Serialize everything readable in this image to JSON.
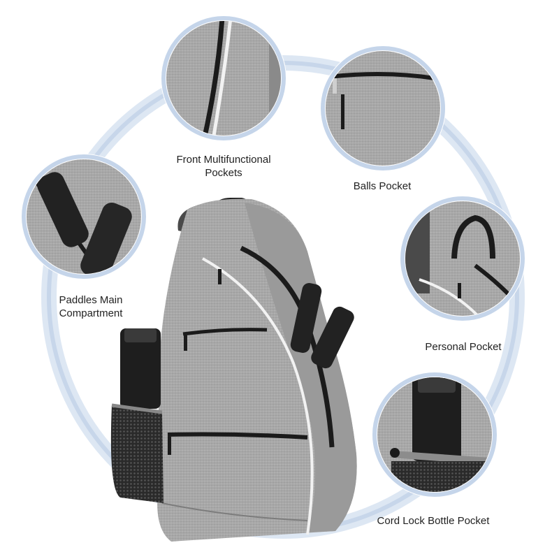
{
  "colors": {
    "ring": "#c9d8ec",
    "ring_inner": "#e4ecf6",
    "bag": "#a9a9a9",
    "bag_dark": "#8e8e8e",
    "trim": "#1b1b1b",
    "piping": "#f2f2f2",
    "text": "#222222"
  },
  "labels": {
    "front_pockets": [
      "Front Multifunctional",
      "Pockets"
    ],
    "balls_pocket": "Balls Pocket",
    "paddles": [
      "Paddles Main",
      "Compartment"
    ],
    "personal_pocket": "Personal Pocket",
    "bottle_pocket": "Cord Lock Bottle Pocket"
  },
  "icons": {
    "backpack": "sling-backpack-image",
    "detail": "zoom-detail-circle"
  }
}
